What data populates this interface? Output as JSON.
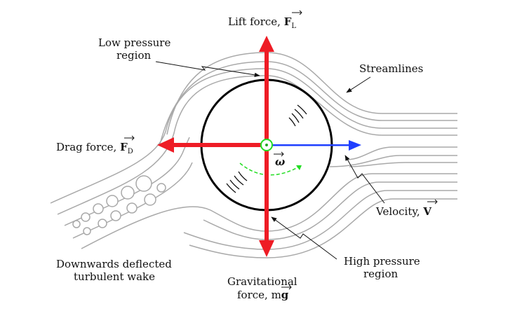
{
  "labels": {
    "lift": {
      "text": "Lift force, ",
      "vec": "F",
      "sub": "L"
    },
    "drag": {
      "text": "Drag force, ",
      "vec": "F",
      "sub": "D"
    },
    "gravity_line1": "Gravitational",
    "gravity_line2_pre": "force, m",
    "gravity_line2_vec": "g",
    "velocity": {
      "text": "Velocity, ",
      "vec": "V"
    },
    "omega": "ω",
    "low_pressure_line1": "Low pressure",
    "low_pressure_line2": "region",
    "high_pressure_line1": "High pressure",
    "high_pressure_line2": "region",
    "streamlines": "Streamlines",
    "wake_line1": "Downwards deflected",
    "wake_line2": "turbulent wake"
  },
  "colors": {
    "force_arrow": "#ee1c25",
    "velocity_arrow": "#1f3fff",
    "spin_arrow": "#22dd22",
    "ball_outline": "#000000",
    "streamline": "#a9a9a9"
  }
}
